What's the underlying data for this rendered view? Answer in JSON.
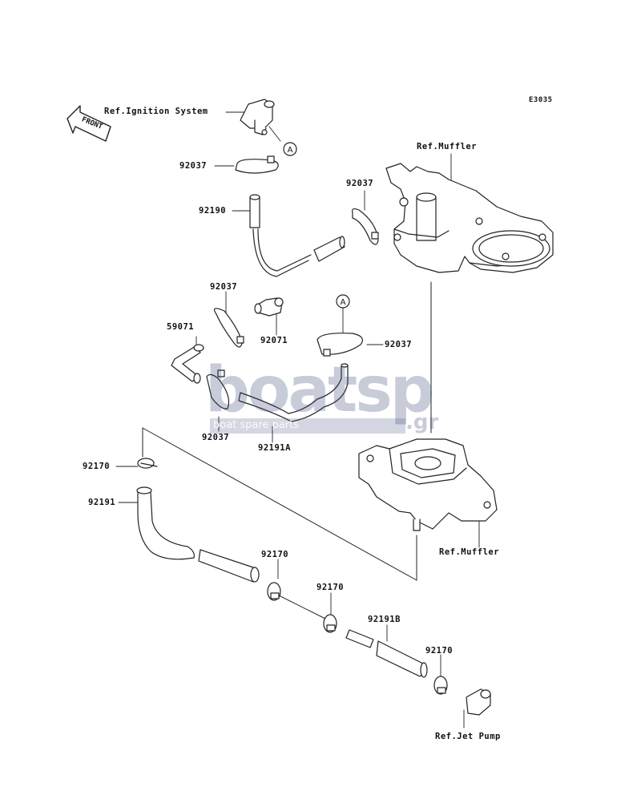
{
  "diagram_code": "E3035",
  "front_label": "FRONT",
  "refs": {
    "ignition": "Ref.Ignition System",
    "muffler_top": "Ref.Muffler",
    "muffler_bottom": "Ref.Muffler",
    "jet_pump": "Ref.Jet Pump"
  },
  "markers": {
    "a1": "A",
    "a2": "A"
  },
  "parts": {
    "p92037_a": "92037",
    "p92190": "92190",
    "p92037_b": "92037",
    "p92037_c": "92037",
    "p92071": "92071",
    "p92037_d": "92037",
    "p59071": "59071",
    "p92037_e": "92037",
    "p92191a": "92191A",
    "p92170_a": "92170",
    "p92191": "92191",
    "p92170_b": "92170",
    "p92170_c": "92170",
    "p92191b": "92191B",
    "p92170_d": "92170"
  },
  "watermark": {
    "main": "boatsp",
    "domain": ".gr",
    "tagline": "boat spare parts"
  }
}
